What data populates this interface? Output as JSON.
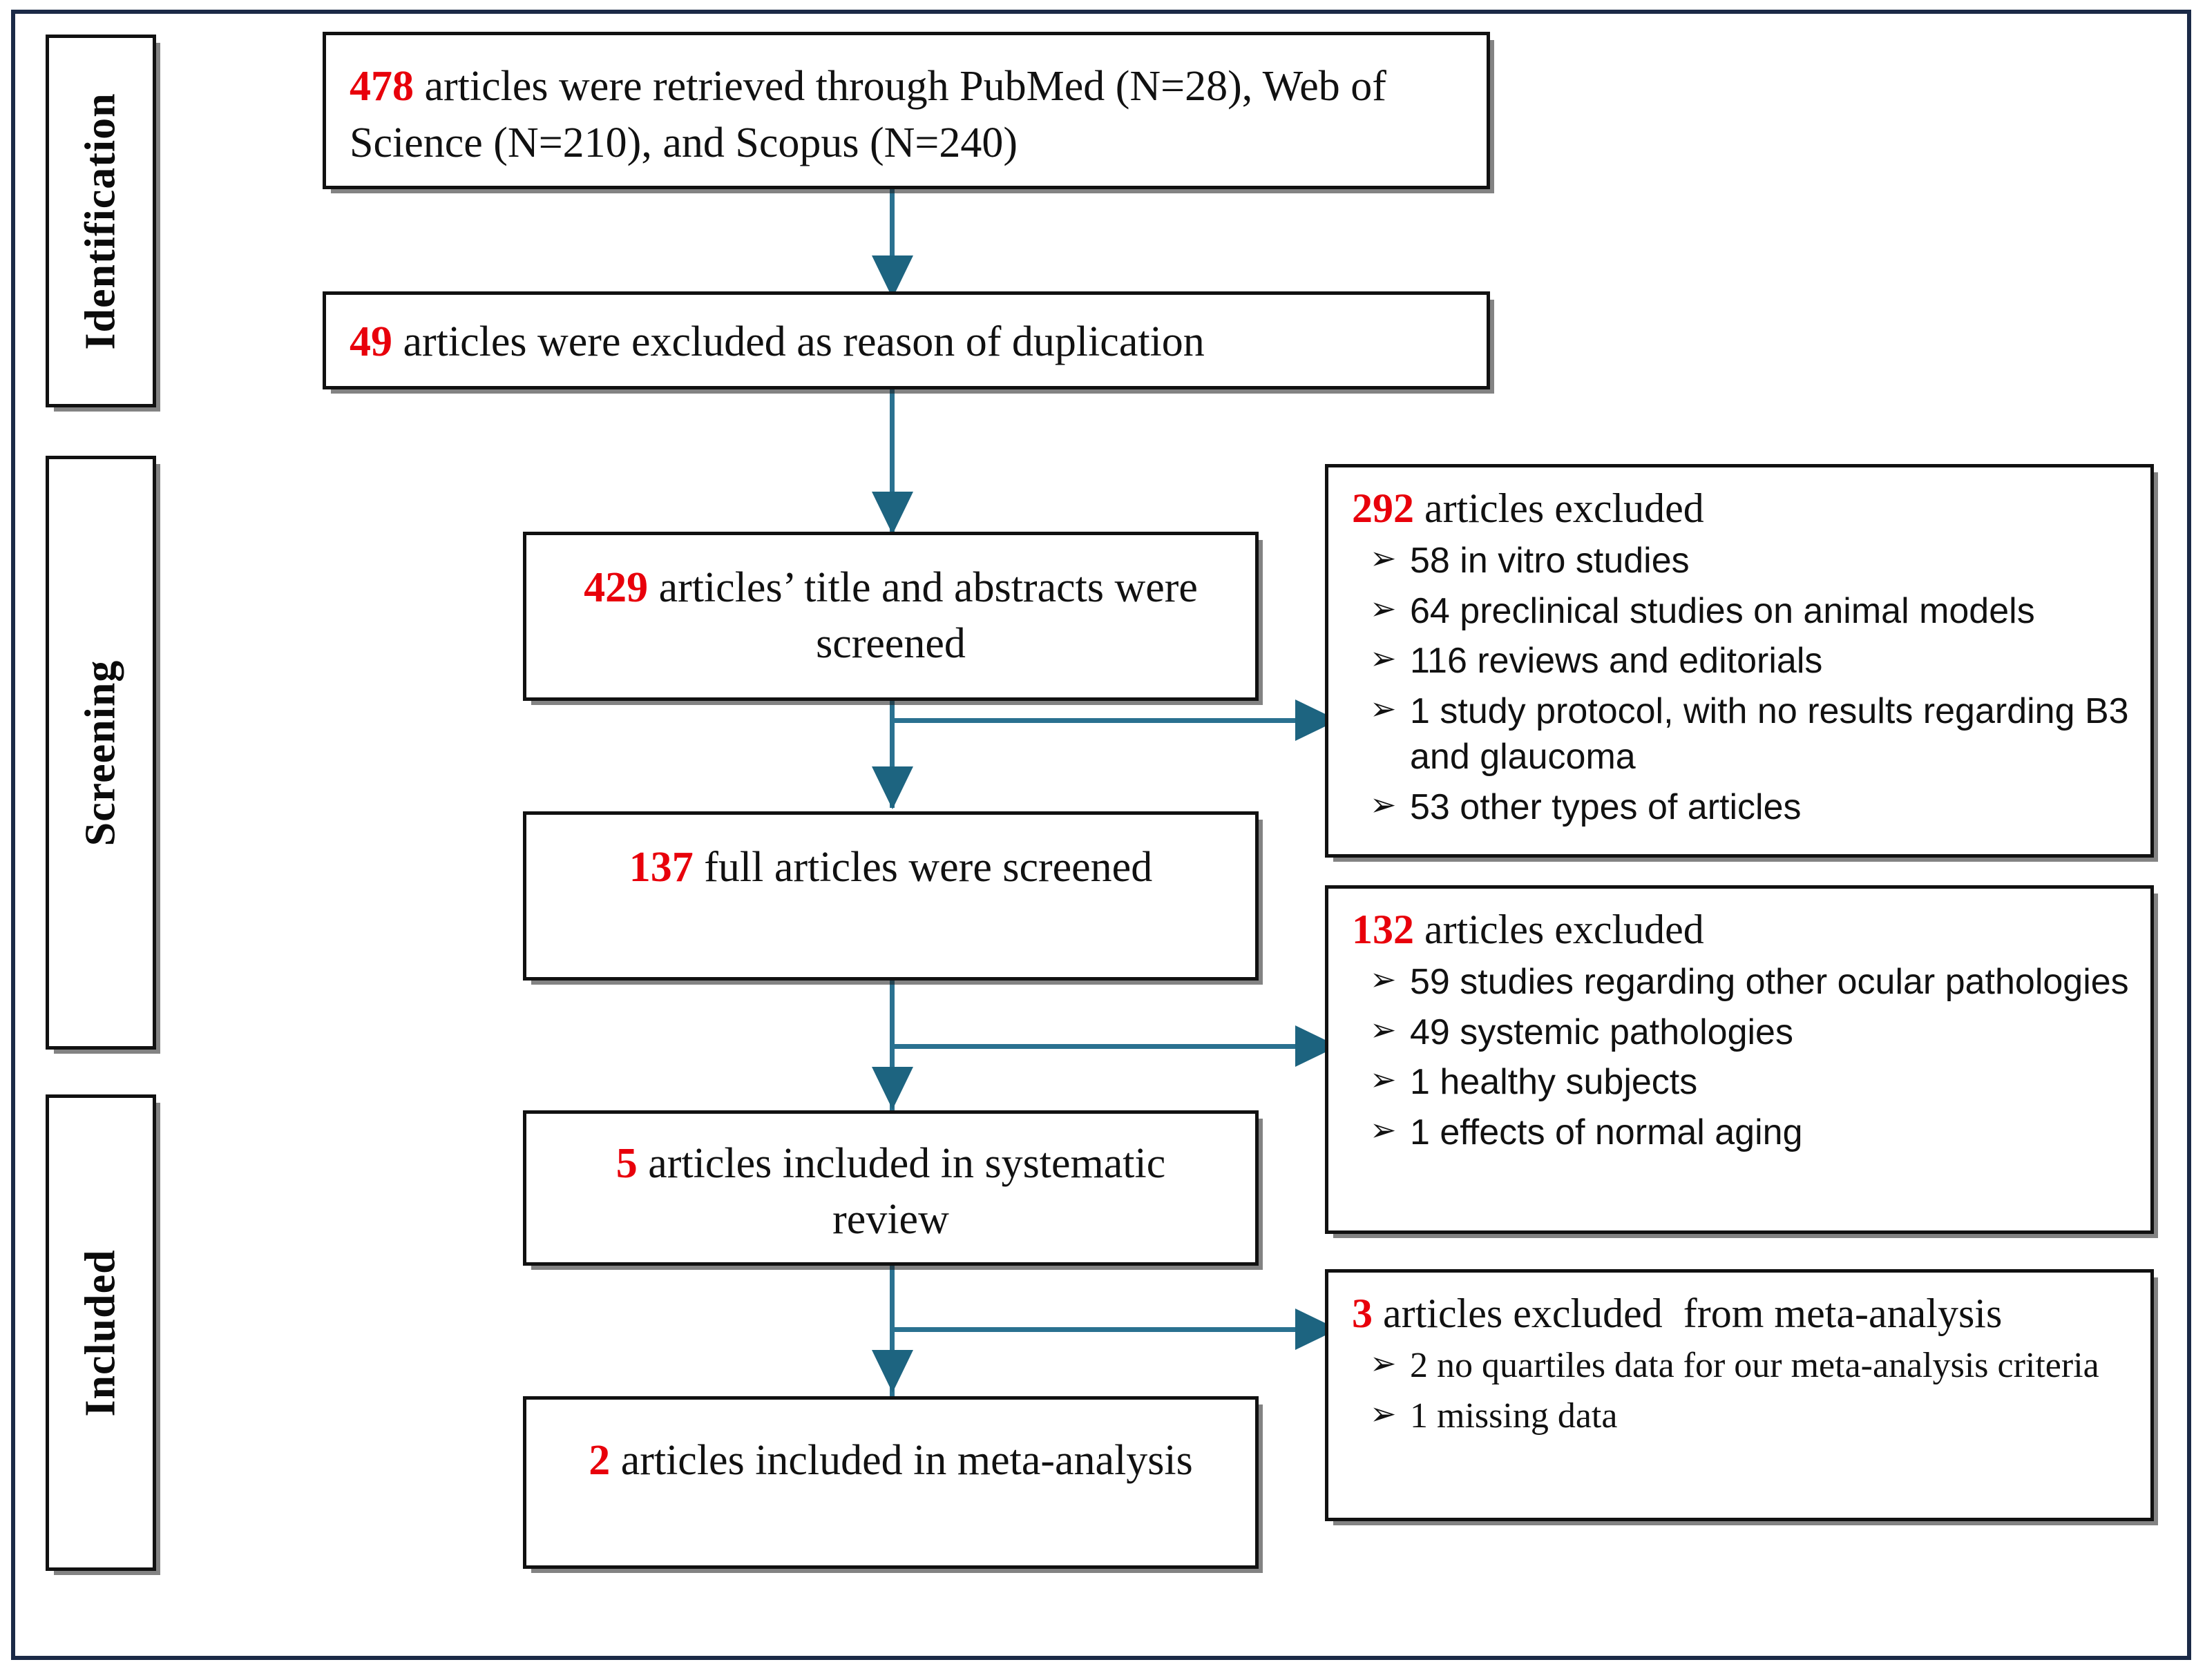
{
  "diagram": {
    "title": "PRISMA flow diagram",
    "accent_arrow_color": "#2a7190",
    "number_color": "#e8000b",
    "frame_color": "#1b2a47",
    "box_border_color": "#111111"
  },
  "stages": [
    {
      "label": "Identification"
    },
    {
      "label": "Screening"
    },
    {
      "label": "Included"
    }
  ],
  "flow_boxes": {
    "identified": {
      "number": "478",
      "text": " articles were retrieved through PubMed (N=28), Web of Science (N=210), and Scopus (N=240)"
    },
    "duplicates_removed": {
      "number": "49",
      "text": " articles were excluded as reason of duplication"
    },
    "title_abstract_screened": {
      "number": "429",
      "text": " articles’ title and abstracts were screened"
    },
    "full_text_screened": {
      "number": "137",
      "text": " full articles were screened"
    },
    "included_systematic_review": {
      "number": "5",
      "text": " articles included in systematic review"
    },
    "included_meta_analysis": {
      "number": "2",
      "text": " articles included in meta-analysis"
    }
  },
  "exclusion_boxes": [
    {
      "name": "screening-exclusions",
      "number": "292",
      "head_text": " articles excluded",
      "bullet_glyph": "➢",
      "items": [
        "58 in vitro studies",
        "64 preclinical studies on animal models",
        "116 reviews and editorials",
        "1 study protocol, with no results regarding B3 and glaucoma",
        "53 other types of articles"
      ]
    },
    {
      "name": "fulltext-exclusions",
      "number": "132",
      "head_text": " articles excluded",
      "bullet_glyph": "➢",
      "items": [
        "59 studies regarding other ocular pathologies",
        "49 systemic pathologies",
        "1 healthy subjects",
        "1 effects of normal aging"
      ]
    },
    {
      "name": "meta-analysis-exclusions",
      "number": "3",
      "head_text": " articles excluded  from meta-analysis",
      "bullet_glyph": "➢",
      "items": [
        "2 no quartiles data for our meta-analysis criteria",
        "1 missing data"
      ]
    }
  ]
}
